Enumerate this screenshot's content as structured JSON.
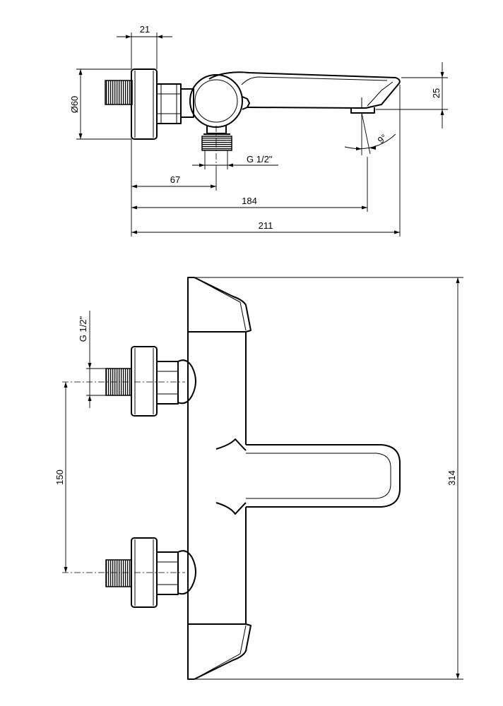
{
  "top_view": {
    "dim_21": "21",
    "dim_d60": "Ø60",
    "dim_25": "25",
    "angle": "9°",
    "thread": "G 1/2\"",
    "dim_67": "67",
    "dim_184": "184",
    "dim_211": "211"
  },
  "front_view": {
    "thread": "G 1/2\"",
    "dim_150": "150",
    "dim_314": "314"
  }
}
